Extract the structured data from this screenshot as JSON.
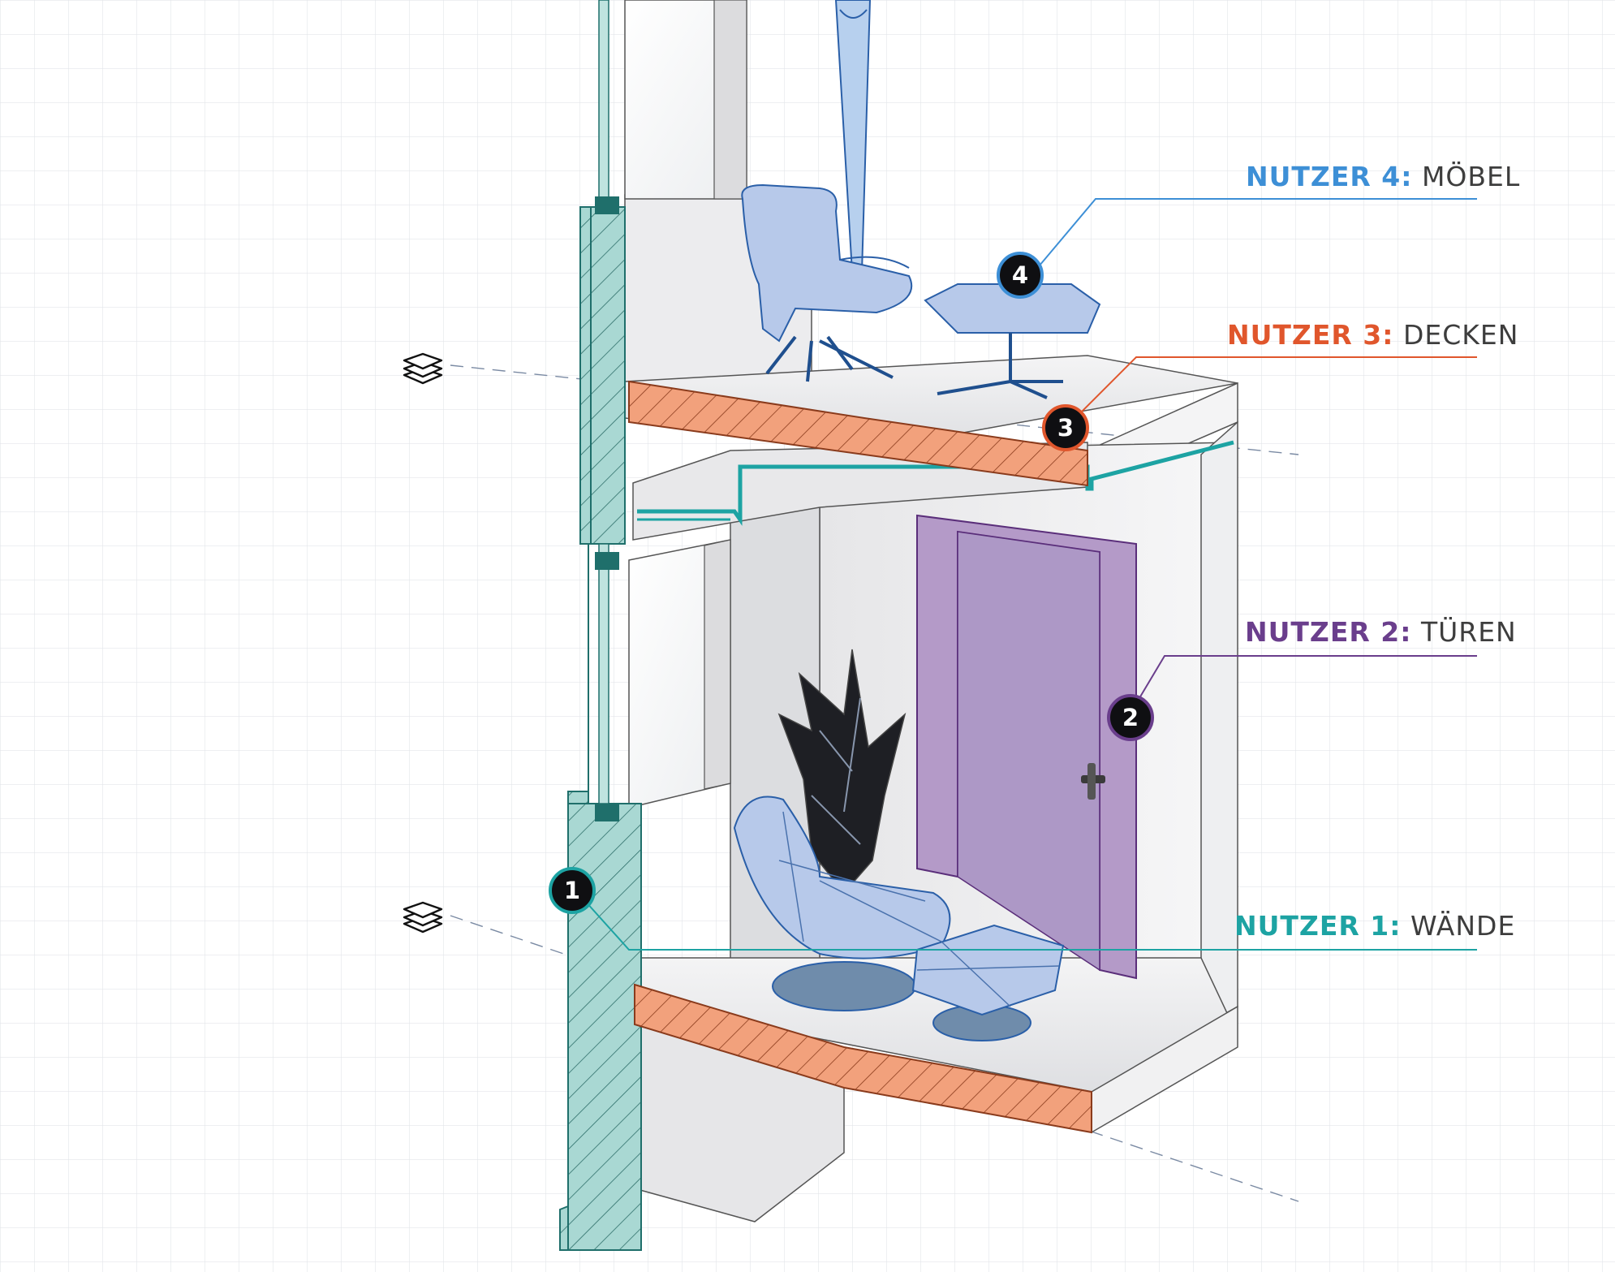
{
  "colors": {
    "walls": "#1da3a3",
    "doors": "#6a3e8c",
    "ceilings": "#e0562c",
    "furniture": "#3d8fd6",
    "badge": "#0f0f12"
  },
  "labels": {
    "user4": {
      "key": "NUTZER 4:",
      "value": "MÖBEL"
    },
    "user3": {
      "key": "NUTZER 3:",
      "value": "DECKEN"
    },
    "user2": {
      "key": "NUTZER 2:",
      "value": "TÜREN"
    },
    "user1": {
      "key": "NUTZER 1:",
      "value": "WÄNDE"
    }
  },
  "badges": {
    "b1": "1",
    "b2": "2",
    "b3": "3",
    "b4": "4"
  },
  "icons": {
    "level_upper": "layers-icon",
    "level_lower": "layers-icon"
  }
}
